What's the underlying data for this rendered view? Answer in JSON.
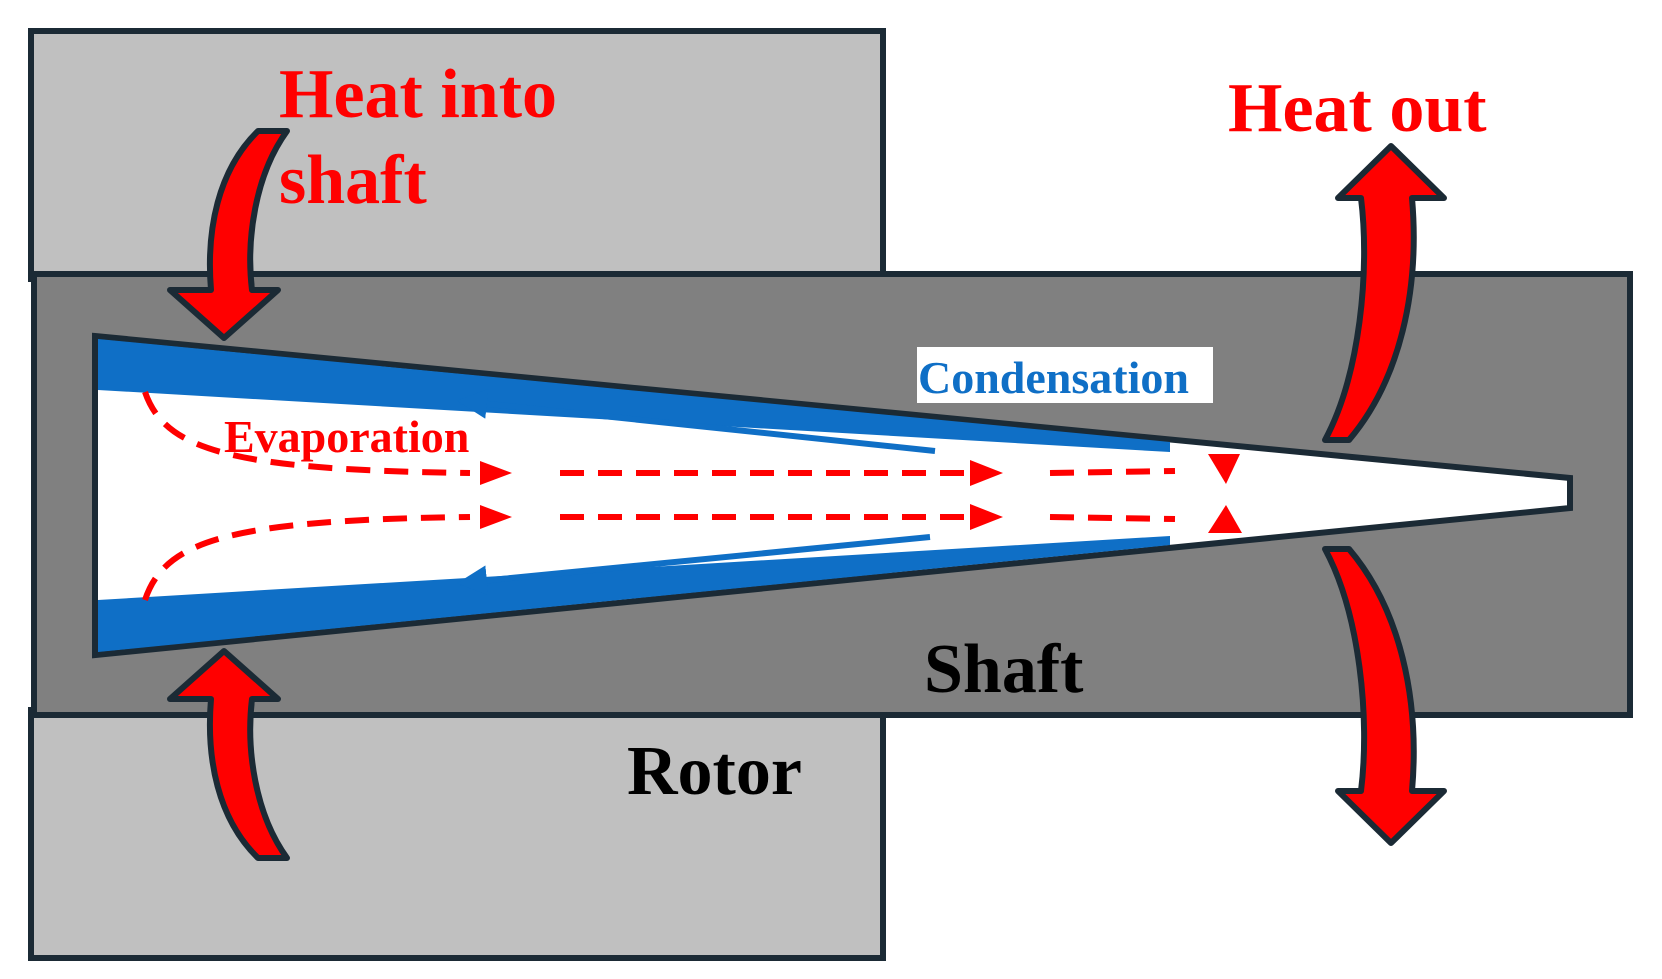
{
  "labels": {
    "heat_in_line1": "Heat into",
    "heat_in_line2": "shaft",
    "heat_out": "Heat out",
    "condensation": "Condensation",
    "evaporation": "Evaporation",
    "shaft": "Shaft",
    "rotor": "Rotor"
  },
  "colors": {
    "rotor": "#c0c0c0",
    "shaft": "#808080",
    "outline": "#1b2a35",
    "liquid": "#0f6fc6",
    "heat": "#ff0000",
    "vapor": "#ff0000",
    "background": "#ffffff"
  }
}
